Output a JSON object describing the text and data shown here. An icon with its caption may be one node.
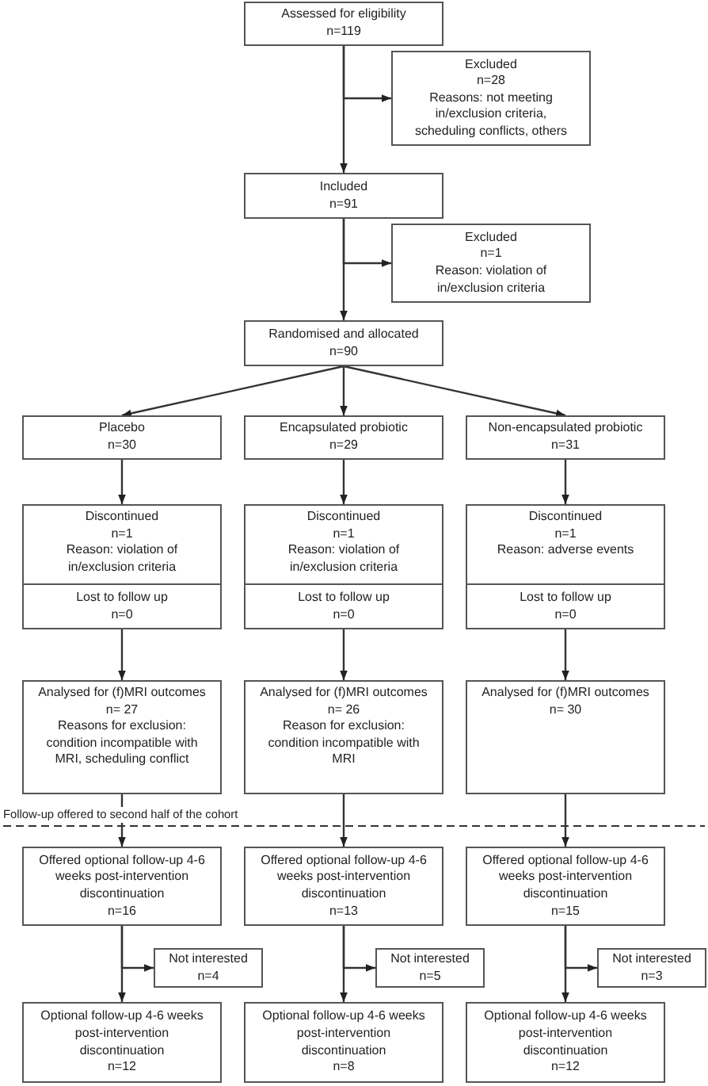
{
  "diagram": {
    "nodes": [
      {
        "text": [
          "Assessed for eligibility",
          "n=119"
        ]
      },
      {
        "text": [
          "Excluded",
          "n=28",
          "Reasons: not meeting in/exclusion criteria, scheduling conflicts, others"
        ]
      },
      {
        "text": [
          "Included",
          "n=91"
        ]
      },
      {
        "text": [
          "Excluded",
          "n=1",
          "Reason: violation of in/exclusion criteria"
        ]
      },
      {
        "text": [
          "Randomised and allocated",
          "n=90"
        ]
      },
      {
        "text": [
          "Placebo",
          "n=30"
        ]
      },
      {
        "text": [
          "Encapsulated probiotic",
          "n=29"
        ]
      },
      {
        "text": [
          "Non-encapsulated probiotic",
          "n=31"
        ]
      },
      {
        "text": [
          "Discontinued",
          "n=1",
          "Reason: violation of in/exclusion criteria"
        ]
      },
      {
        "text": [
          "Discontinued",
          "n=1",
          "Reason: violation of in/exclusion criteria"
        ]
      },
      {
        "text": [
          "Discontinued",
          "n=1",
          "Reason: adverse events"
        ]
      },
      {
        "text": [
          "Lost to follow up",
          "n=0"
        ]
      },
      {
        "text": [
          "Lost to follow up",
          "n=0"
        ]
      },
      {
        "text": [
          "Lost to follow up",
          "n=0"
        ]
      },
      {
        "text": [
          "Analysed for (f)MRI outcomes",
          "n= 27",
          "Reasons for exclusion: condition incompatible with MRI, scheduling conflict"
        ]
      },
      {
        "text": [
          "Analysed for (f)MRI outcomes",
          "n= 26",
          "Reason for exclusion: condition incompatible with MRI"
        ]
      },
      {
        "text": [
          "Analysed for (f)MRI outcomes",
          "n= 30"
        ]
      },
      {
        "text": [
          "Offered optional follow-up 4-6 weeks post-intervention discontinuation",
          "n=16"
        ]
      },
      {
        "text": [
          "Offered optional follow-up 4-6 weeks post-intervention discontinuation",
          "n=13"
        ]
      },
      {
        "text": [
          "Offered optional follow-up 4-6 weeks post-intervention discontinuation",
          "n=15"
        ]
      },
      {
        "text": [
          "Not interested",
          "n=4"
        ]
      },
      {
        "text": [
          "Not interested",
          "n=5"
        ]
      },
      {
        "text": [
          "Not interested",
          "n=3"
        ]
      },
      {
        "text": [
          "Optional follow-up 4-6 weeks post-intervention discontinuation",
          "n=12"
        ]
      },
      {
        "text": [
          "Optional follow-up 4-6 weeks post-intervention discontinuation",
          "n=8"
        ]
      },
      {
        "text": [
          "Optional follow-up 4-6 weeks post-intervention discontinuation",
          "n=12"
        ]
      }
    ],
    "edges": [
      {
        "from": 0,
        "to": 1,
        "arrow": "to"
      },
      {
        "from": 0,
        "to": 2,
        "arrow": "to"
      },
      {
        "from": 2,
        "to": 3,
        "arrow": "to"
      },
      {
        "from": 2,
        "to": 4,
        "arrow": "to"
      },
      {
        "from": 4,
        "to": 5,
        "arrow": "to"
      },
      {
        "from": 4,
        "to": 6,
        "arrow": "to"
      },
      {
        "from": 4,
        "to": 7,
        "arrow": "to"
      },
      {
        "from": 5,
        "to": 8,
        "arrow": "to"
      },
      {
        "from": 6,
        "to": 9,
        "arrow": "to"
      },
      {
        "from": 7,
        "to": 10,
        "arrow": "to"
      },
      {
        "from": 11,
        "to": 14,
        "arrow": "to"
      },
      {
        "from": 12,
        "to": 15,
        "arrow": "to"
      },
      {
        "from": 13,
        "to": 16,
        "arrow": "to"
      },
      {
        "from": 14,
        "to": 17,
        "arrow": "to"
      },
      {
        "from": 15,
        "to": 18,
        "arrow": "to"
      },
      {
        "from": 16,
        "to": 19,
        "arrow": "to"
      },
      {
        "from": 17,
        "to": 20,
        "arrow": "to"
      },
      {
        "from": 17,
        "to": 23,
        "arrow": "to"
      },
      {
        "from": 18,
        "to": 21,
        "arrow": "to"
      },
      {
        "from": 18,
        "to": 24,
        "arrow": "to"
      },
      {
        "from": 19,
        "to": 22,
        "arrow": "to"
      },
      {
        "from": 19,
        "to": 25,
        "arrow": "to"
      }
    ],
    "labels": [
      "Follow-up offered to second half of the cohort"
    ]
  }
}
